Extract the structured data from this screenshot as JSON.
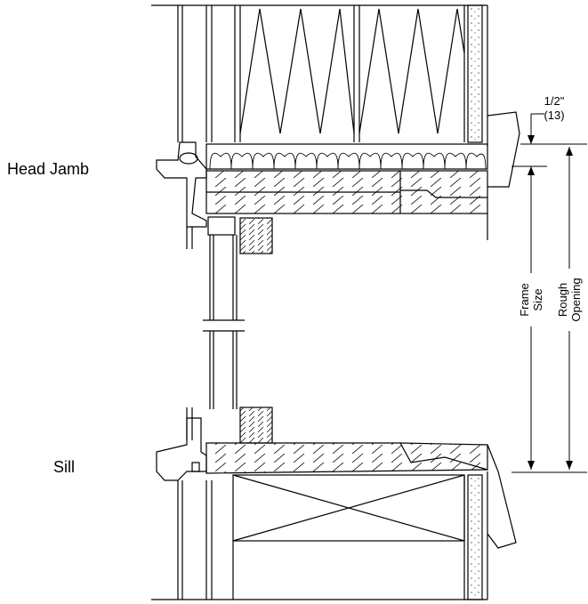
{
  "labels": {
    "head_jamb": "Head Jamb",
    "sill": "Sill",
    "half_inch": "1/2\"",
    "half_inch_mm": "(13)",
    "frame": "Frame",
    "size": "Size",
    "rough": "Rough",
    "opening": "Opening"
  },
  "colors": {
    "line": "#000000",
    "background": "#ffffff"
  }
}
